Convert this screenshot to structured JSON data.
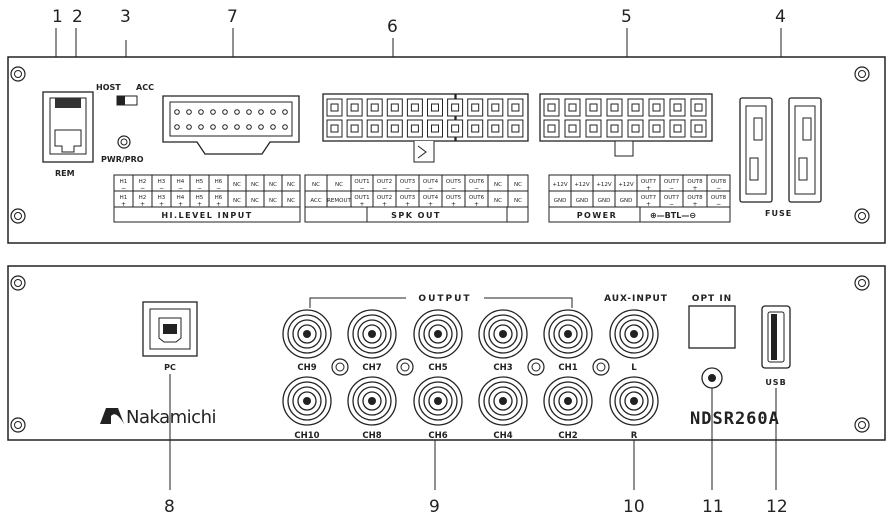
{
  "callout_numbers": [
    "1",
    "2",
    "3",
    "4",
    "5",
    "6",
    "7",
    "8",
    "9",
    "10",
    "11",
    "12"
  ],
  "top_panel": {
    "switch_labels": {
      "host": "HOST",
      "acc": "ACC"
    },
    "rem_label": "REM",
    "pwr_label": "PWR/PRO",
    "fuse_label": "FUSE",
    "hi_level": {
      "row1": [
        "H1 −",
        "H2 −",
        "H3 −",
        "H4 −",
        "H5 −",
        "H6 −",
        "NC",
        "NC",
        "NC",
        "NC"
      ],
      "row2": [
        "H1 +",
        "H2 +",
        "H3 +",
        "H4 +",
        "H5 +",
        "H6 +",
        "NC",
        "NC",
        "NC",
        "NC"
      ],
      "title": "HI.LEVEL INPUT"
    },
    "spk_out": {
      "row1": [
        "NC",
        "NC",
        "OUT1 −",
        "OUT2 −",
        "OUT3 −",
        "OUT4 −",
        "OUT5 −",
        "OUT6 −",
        "NC",
        "NC"
      ],
      "row2": [
        "ACC",
        "REMOUT",
        "OUT1 +",
        "OUT2 +",
        "OUT3 +",
        "OUT4 +",
        "OUT5 +",
        "OUT6 +",
        "NC",
        "NC"
      ],
      "title": "SPK OUT"
    },
    "power": {
      "row1": [
        "+12V",
        "+12V",
        "+12V",
        "+12V",
        "OUT7 +",
        "OUT7 −",
        "OUT8 +",
        "OUT8 −"
      ],
      "row2": [
        "GND",
        "GND",
        "GND",
        "GND",
        "OUT7 +",
        "OUT7 −",
        "OUT8 +",
        "OUT8 −"
      ],
      "title": "POWER",
      "btl": "⊕—BTL—⊖"
    }
  },
  "bottom_panel": {
    "pc_label": "PC",
    "brand": "Nakamichi",
    "model": "NDSR260A",
    "output_label": "OUTPUT",
    "aux_label": "AUX-INPUT",
    "opt_label": "OPT IN",
    "usb_label": "USB",
    "top_channels": [
      "CH9",
      "CH7",
      "CH5",
      "CH3",
      "CH1",
      "L"
    ],
    "bottom_channels": [
      "CH10",
      "CH8",
      "CH6",
      "CH4",
      "CH2",
      "R"
    ]
  }
}
